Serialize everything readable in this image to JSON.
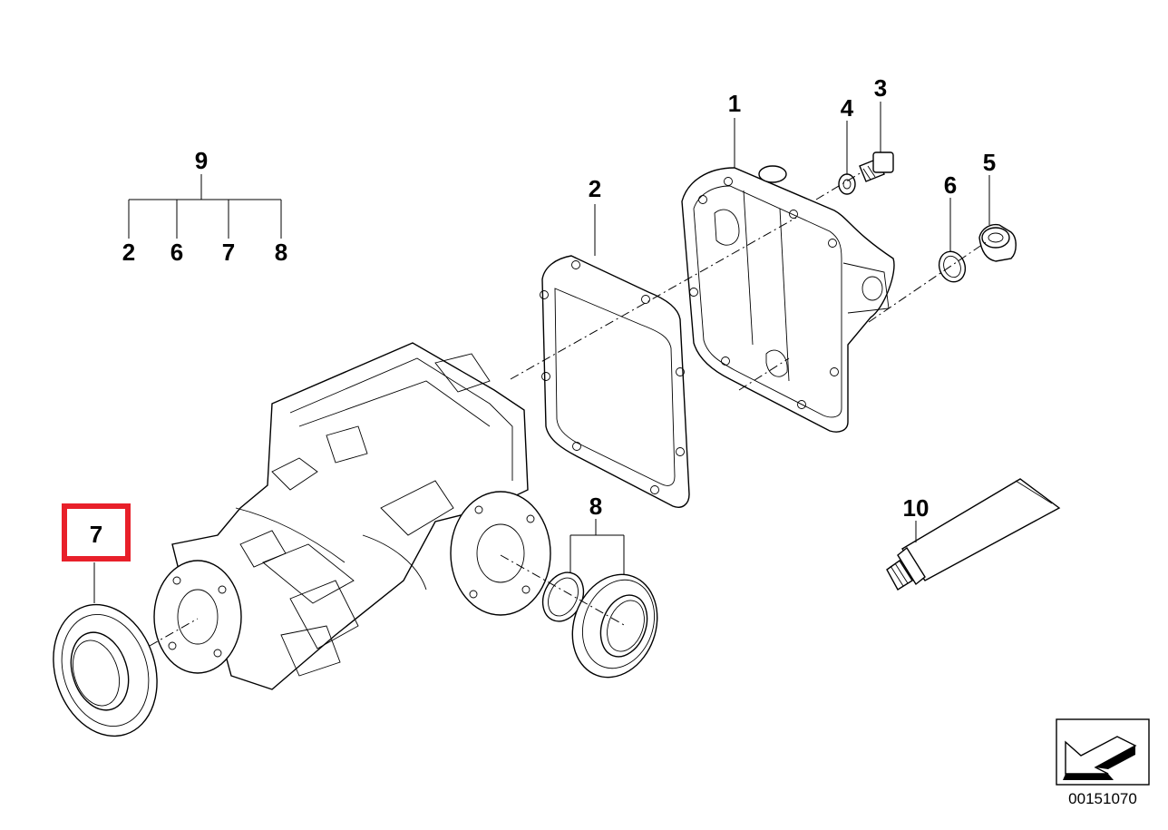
{
  "diagram": {
    "ref_number": "00151070",
    "highlight_color": "#e8202a",
    "callouts": [
      {
        "id": "c1",
        "label": "1"
      },
      {
        "id": "c2",
        "label": "2"
      },
      {
        "id": "c3",
        "label": "3"
      },
      {
        "id": "c4",
        "label": "4"
      },
      {
        "id": "c5",
        "label": "5"
      },
      {
        "id": "c6",
        "label": "6"
      },
      {
        "id": "c7",
        "label": "7",
        "highlighted": true
      },
      {
        "id": "c8",
        "label": "8"
      },
      {
        "id": "c9",
        "label": "9"
      },
      {
        "id": "c10",
        "label": "10"
      }
    ],
    "kit_9_members": [
      "2",
      "6",
      "7",
      "8"
    ],
    "icons": [
      "arrow-indicator-icon"
    ]
  }
}
